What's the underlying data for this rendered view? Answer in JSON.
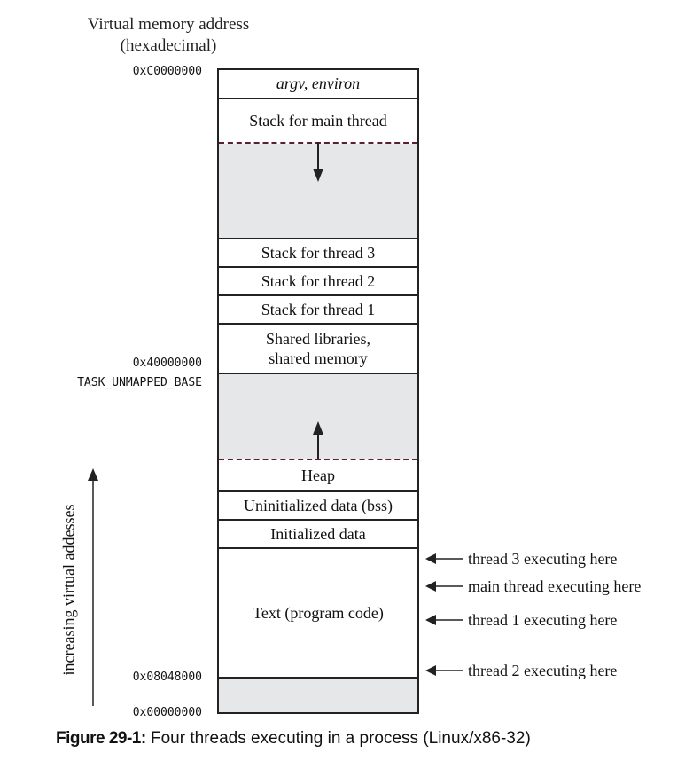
{
  "header": {
    "line1": "Virtual memory address",
    "line2": "(hexadecimal)"
  },
  "addresses": {
    "top": "0xC0000000",
    "mid": "0x40000000",
    "mid_label": "TASK_UNMAPPED_BASE",
    "text_start": "0x08048000",
    "bottom": "0x00000000"
  },
  "segments": {
    "argv": "argv, environ",
    "main_stack": "Stack for main thread",
    "stack3": "Stack for thread 3",
    "stack2": "Stack for thread 2",
    "stack1": "Stack for thread 1",
    "shared_line1": "Shared libraries,",
    "shared_line2": "shared memory",
    "heap": "Heap",
    "bss": "Uninitialized data (bss)",
    "data": "Initialized data",
    "text": "Text (program code)"
  },
  "exec_labels": {
    "thread3": "thread 3 executing here",
    "main": "main thread executing here",
    "thread1": "thread 1 executing here",
    "thread2": "thread 2 executing here"
  },
  "side_label": "increasing virtual addesses",
  "caption": {
    "label": "Figure 29-1:",
    "text": "Four threads executing in a process (Linux/x86-32)"
  },
  "colors": {
    "fill_gray": "#e6e7e9",
    "dash": "#5a2030",
    "border": "#222222"
  }
}
